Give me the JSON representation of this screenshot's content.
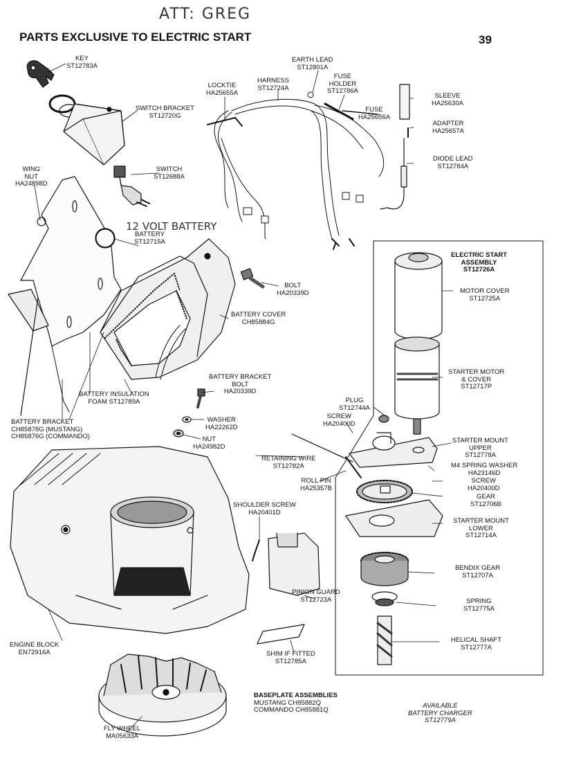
{
  "annotation_top": "ATT: GREG",
  "annotation_battery": "12 VOLT BATTERY",
  "heading": "PARTS EXCLUSIVE TO ELECTRIC START",
  "page_number": "39",
  "labels": {
    "key": [
      "KEY",
      "ST12783A"
    ],
    "earth_lead": [
      "EARTH LEAD",
      "ST12801A"
    ],
    "harness": [
      "HARNESS",
      "ST12724A"
    ],
    "locktie": [
      "LOCKTIE",
      "HA25655A"
    ],
    "fuse_holder": [
      "FUSE",
      "HOLDER",
      "ST12786A"
    ],
    "fuse": [
      "FUSE",
      "HA25656A"
    ],
    "sleeve": [
      "SLEEVE",
      "HA25630A"
    ],
    "adapter": [
      "ADAPTER",
      "HA25657A"
    ],
    "diode_lead": [
      "DIODE LEAD",
      "ST12784A"
    ],
    "switch_bracket": [
      "SWITCH BRACKET",
      "ST12720G"
    ],
    "switch": [
      "SWITCH",
      "ST12688A"
    ],
    "wing_nut": [
      "WING",
      "NUT",
      "HA24898D"
    ],
    "battery": [
      "BATTERY",
      "ST12715A"
    ],
    "bolt": [
      "BOLT",
      "HA20339D"
    ],
    "battery_cover": [
      "BATTERY COVER",
      "CH85884G"
    ],
    "electric_start_assembly": [
      "ELECTRIC START",
      "ASSEMBLY",
      "ST12726A"
    ],
    "motor_cover": [
      "MOTOR COVER",
      "ST12725A"
    ],
    "starter_motor": [
      "STARTER MOTOR",
      "& COVER",
      "ST12717P"
    ],
    "battery_bracket_bolt": [
      "BATTERY BRACKET",
      "BOLT",
      "HA20339D"
    ],
    "battery_insulation": [
      "BATTERY INSULATION",
      "FOAM ST12789A"
    ],
    "battery_bracket": [
      "BATTERY BRACKET",
      "CH85878G (MUSTANG)",
      "CH85876G (COMMANDO)"
    ],
    "washer": [
      "WASHER",
      "HA22262D"
    ],
    "nut": [
      "NUT",
      "HA24982D"
    ],
    "plug": [
      "PLUG",
      "ST12744A"
    ],
    "screw_upper": [
      "SCREW",
      "HA20400D"
    ],
    "starter_mount_upper": [
      "STARTER MOUNT",
      "UPPER",
      "ST12778A"
    ],
    "retaining_wire": [
      "RETAINING WIRE",
      "ST12782A"
    ],
    "m4_spring_washer": [
      "M4 SPRING WASHER",
      "HA23146D"
    ],
    "screw_lower": [
      "SCREW",
      "HA20400D"
    ],
    "roll_pin": [
      "ROLL PIN",
      "HA25357B"
    ],
    "gear": [
      "GEAR",
      "ST12706B"
    ],
    "shoulder_screw": [
      "SHOULDER SCREW",
      "HA20401D"
    ],
    "starter_mount_lower": [
      "STARTER MOUNT",
      "LOWER",
      "ST12714A"
    ],
    "bendix_gear": [
      "BENDIX GEAR",
      "ST12707A"
    ],
    "pinion_guard": [
      "PINION GUARD",
      "ST12723A"
    ],
    "spring": [
      "SPRING",
      "ST12775A"
    ],
    "engine_block": [
      "ENGINE BLOCK",
      "EN72916A"
    ],
    "shim": [
      "SHIM IF FITTED",
      "ST12785A"
    ],
    "helical_shaft": [
      "HELICAL SHAFT",
      "ST12777A"
    ],
    "baseplate": [
      "BASEPLATE ASSEMBLIES",
      "MUSTANG CH85882Q",
      "COMMANDO CH85881Q"
    ],
    "charger": [
      "AVAILABLE",
      "BATTERY CHARGER",
      "ST12779A"
    ],
    "fly_wheel": [
      "FLY WHEEL",
      "MA05633A"
    ]
  }
}
